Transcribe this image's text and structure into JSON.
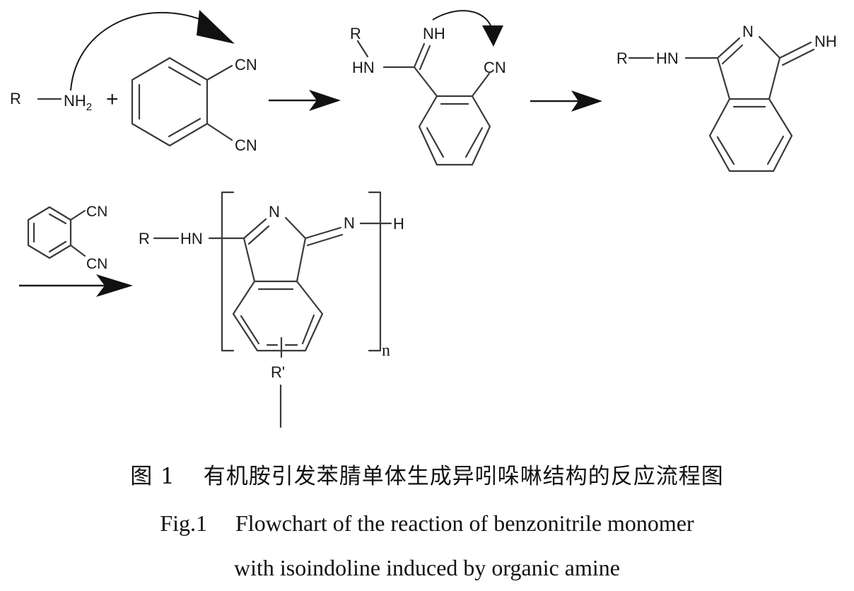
{
  "labels": {
    "r": "R",
    "nh2_main": "NH",
    "nh2_sub": "2",
    "plus": "+",
    "cn": "CN",
    "nh": "NH",
    "hn": "HN",
    "n": "N",
    "h": "H",
    "r_prime": "R'",
    "repeat_n": "n"
  },
  "caption": {
    "zh_label": "图 1",
    "zh_text": "有机胺引发苯腈单体生成异吲哚啉结构的反应流程图",
    "en_label": "Fig.1",
    "en_line1": "Flowchart of the reaction of benzonitrile monomer",
    "en_line2": "with isoindoline induced by organic amine"
  }
}
